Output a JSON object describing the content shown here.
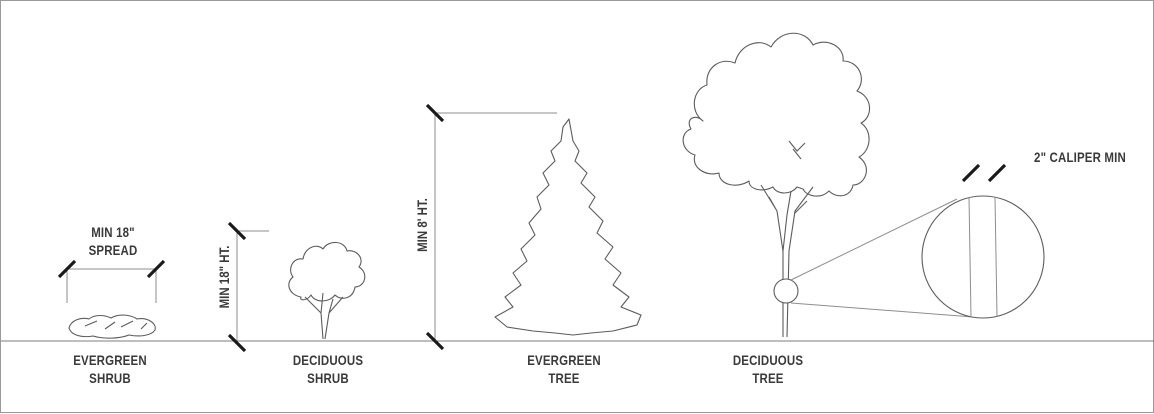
{
  "labels": {
    "evergreen_shrub": [
      "EVERGREEN",
      "SHRUB"
    ],
    "deciduous_shrub": [
      "DECIDUOUS",
      "SHRUB"
    ],
    "evergreen_tree": [
      "EVERGREEN",
      "TREE"
    ],
    "deciduous_tree": [
      "DECIDUOUS",
      "TREE"
    ]
  },
  "dimensions": {
    "spread": [
      "MIN 18\"",
      "SPREAD"
    ],
    "shrub_height": "MIN 18\" HT.",
    "tree_height": "MIN 8' HT.",
    "caliper": "2\" CALIPER MIN"
  }
}
